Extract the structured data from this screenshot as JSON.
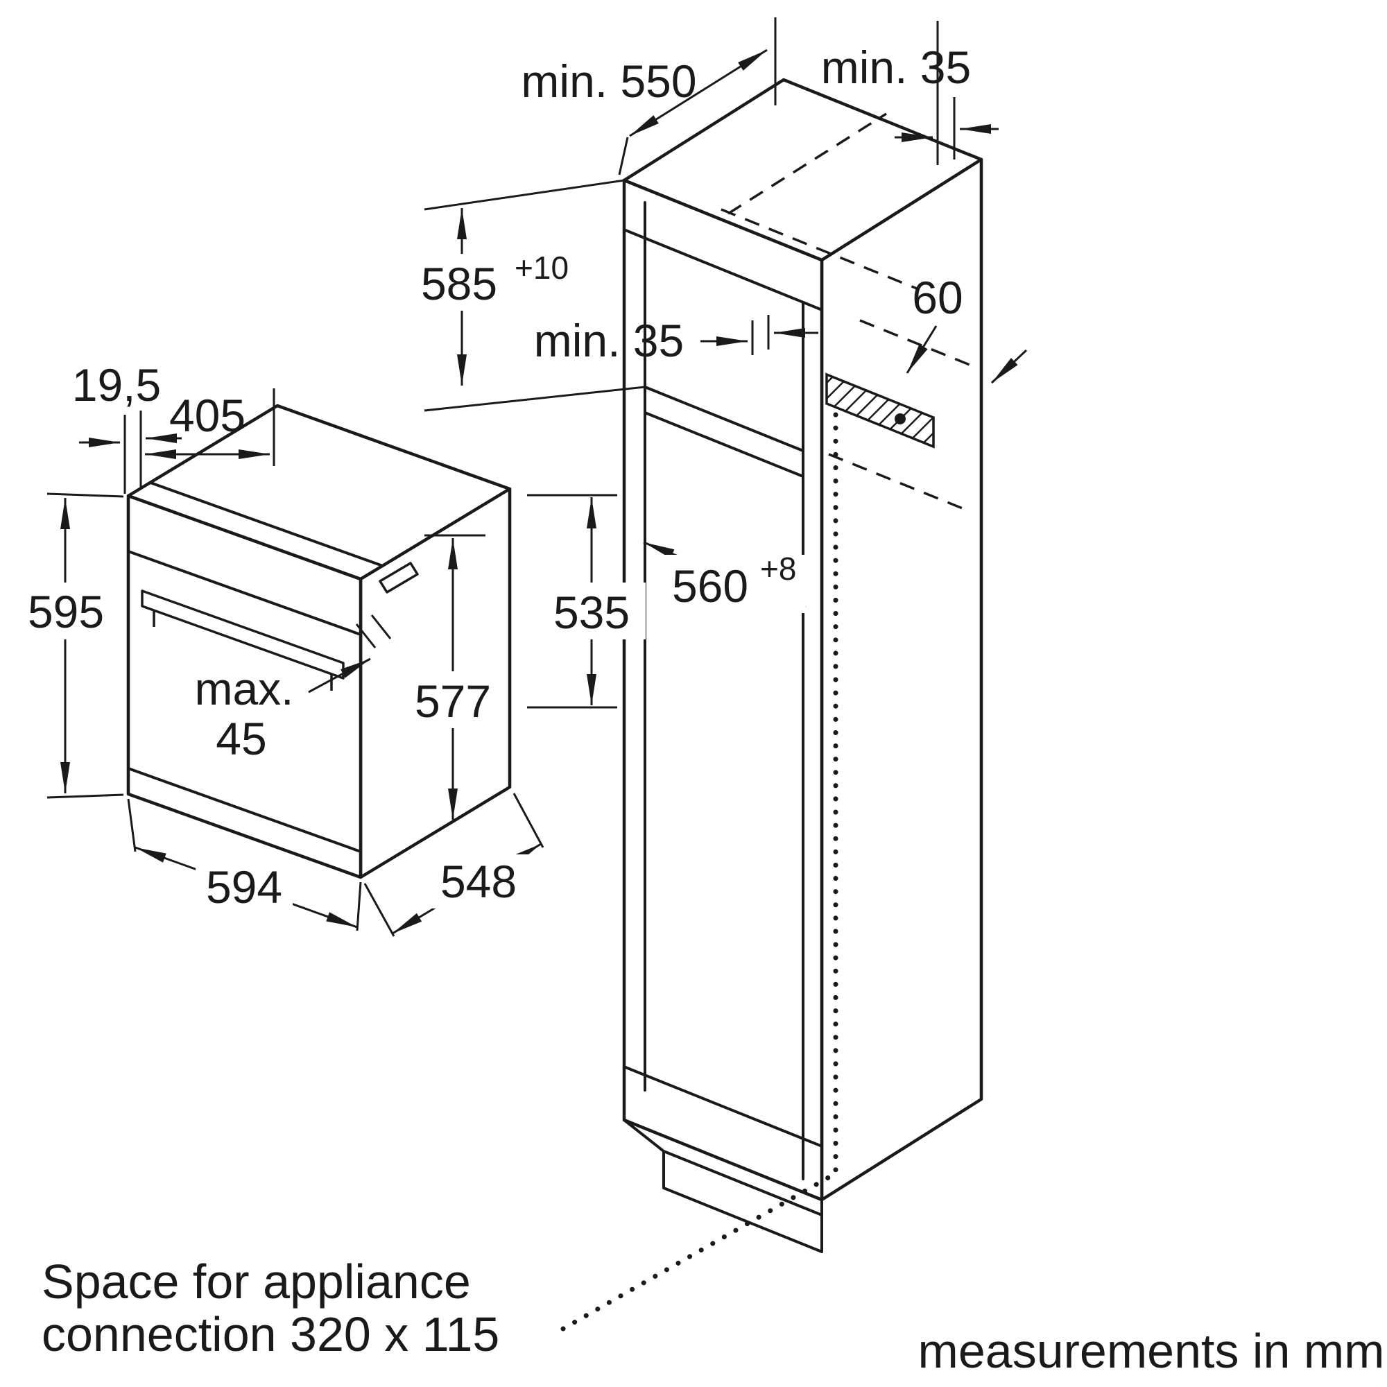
{
  "colors": {
    "line": "#1a1a1a",
    "background": "#ffffff"
  },
  "oven": {
    "panel_offset": "19,5",
    "top_depth": "405",
    "front_height": "595",
    "handle_max_label": "max.",
    "handle_max_value": "45",
    "body_height": "577",
    "rear_height": "535",
    "width": "594",
    "body_depth": "548"
  },
  "cabinet": {
    "min_depth": "min. 550",
    "rear_gap_top": "min. 35",
    "niche_height": "585",
    "niche_height_tolerance": "+10",
    "top_clearance": "min. 35",
    "vent_depth": "60",
    "niche_width": "560",
    "niche_width_tolerance": "+8"
  },
  "footer": {
    "connection_line1": "Space for appliance",
    "connection_line2": "connection 320 x 115",
    "units_note": "measurements in mm"
  }
}
